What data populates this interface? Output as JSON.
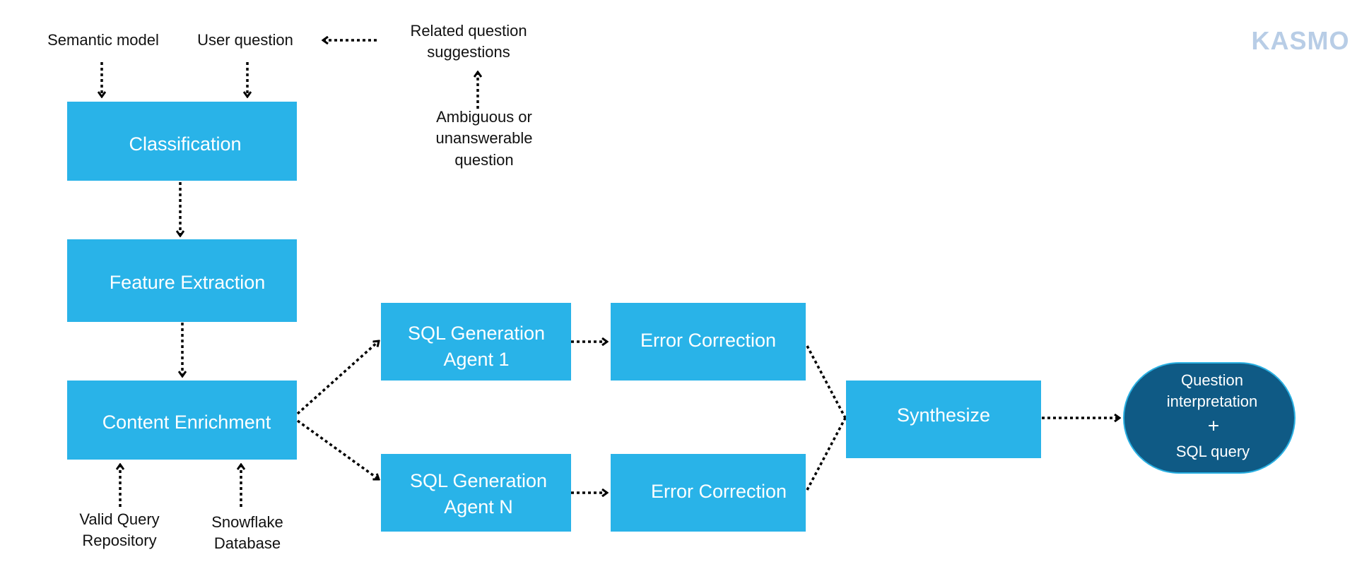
{
  "logo": {
    "text": "KASMO",
    "color": "#b8cde6"
  },
  "colors": {
    "box": "#29b3e8",
    "oval": "#0f5a85",
    "oval_border": "#2ab0e2",
    "arrow": "#000000"
  },
  "nodes": {
    "classification": {
      "label": "Classification"
    },
    "feature_extraction": {
      "label": "Feature Extraction"
    },
    "content_enrichment": {
      "label": "Content Enrichment"
    },
    "sql_agent_1": {
      "line1": "SQL Generation",
      "line2": "Agent 1"
    },
    "sql_agent_n": {
      "line1": "SQL Generation",
      "line2": "Agent N"
    },
    "error_correction_1": {
      "label": "Error Correction"
    },
    "error_correction_n": {
      "label": "Error Correction"
    },
    "synthesize": {
      "label": "Synthesize"
    },
    "output": {
      "line1": "Question",
      "line2": "interpretation",
      "plus": "+",
      "line3": "SQL query"
    }
  },
  "labels": {
    "semantic_model": "Semantic model",
    "user_question": "User question",
    "related_questions": {
      "line1": "Related question",
      "line2": "suggestions"
    },
    "ambiguous": {
      "line1": "Ambiguous or",
      "line2": "unanswerable",
      "line3": "question"
    },
    "valid_query": {
      "line1": "Valid Query",
      "line2": "Repository"
    },
    "snowflake": {
      "line1": "Snowflake",
      "line2": "Database"
    }
  }
}
